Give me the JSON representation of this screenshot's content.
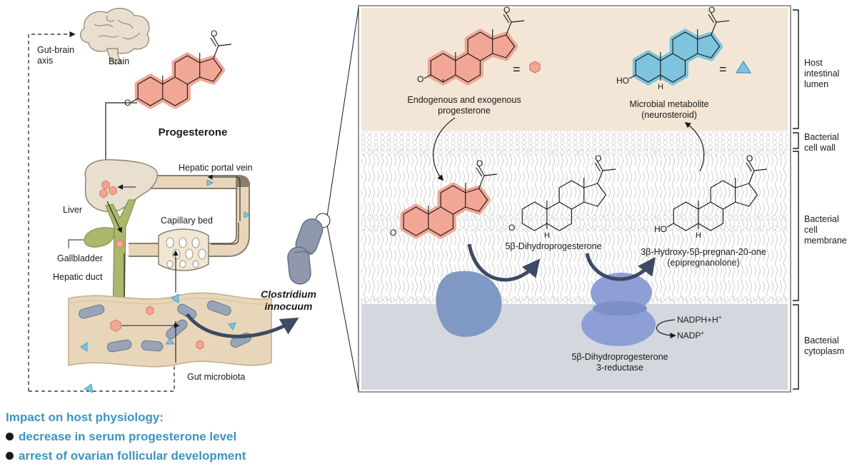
{
  "left": {
    "gut_brain_axis": [
      "Gut-brain",
      "axis"
    ],
    "brain": "Brain",
    "progesterone": "Progesterone",
    "hepatic_portal_vein": "Hepatic portal vein",
    "liver": "Liver",
    "capillary_bed": "Capillary bed",
    "gallbladder": "Gallbladder",
    "hepatic_duct": "Hepatic duct",
    "gut_microbiota": "Gut microbiota",
    "bacterium": [
      "Clostridium",
      "innocuum"
    ]
  },
  "right": {
    "endogenous": [
      "Endogenous and exogenous",
      "progesterone"
    ],
    "metabolite": [
      "Microbial metabolite",
      "(neurosteroid)"
    ],
    "equals": "=",
    "dihydro": "5β-Dihydroprogesterone",
    "hydroxy": [
      "3β-Hydroxy-5β-pregnan-20-one",
      "(epipregnanolone)"
    ],
    "nadph": "NADPH+H",
    "nadp": "NADP",
    "plus": "+",
    "enzyme": [
      "5β-Dihydroprogesterone",
      "3-reductase"
    ],
    "atom_o": "O",
    "atom_h": "H",
    "atom_ho": "HO"
  },
  "compartments": [
    [
      "Host",
      "intestinal",
      "lumen"
    ],
    [
      "Bacterial",
      "cell wall"
    ],
    [
      "Bacterial",
      "cell",
      "membrane"
    ],
    [
      "Bacterial",
      "cytoplasm"
    ]
  ],
  "impact": {
    "title": "Impact on host physiology:",
    "items": [
      "decrease in serum progesterone level",
      "arrest of ovarian follicular development"
    ]
  },
  "colors": {
    "lumen": "#f3e6d6",
    "cytoplasm": "#d4d8de",
    "steroid_highlight": "#f2a796",
    "metabolite_highlight": "#7fc4dd",
    "enzyme": "#8e9fd6",
    "impact_text": "#3b95c4",
    "gut": "#e8d6ba",
    "duct": "#a9b86a"
  }
}
